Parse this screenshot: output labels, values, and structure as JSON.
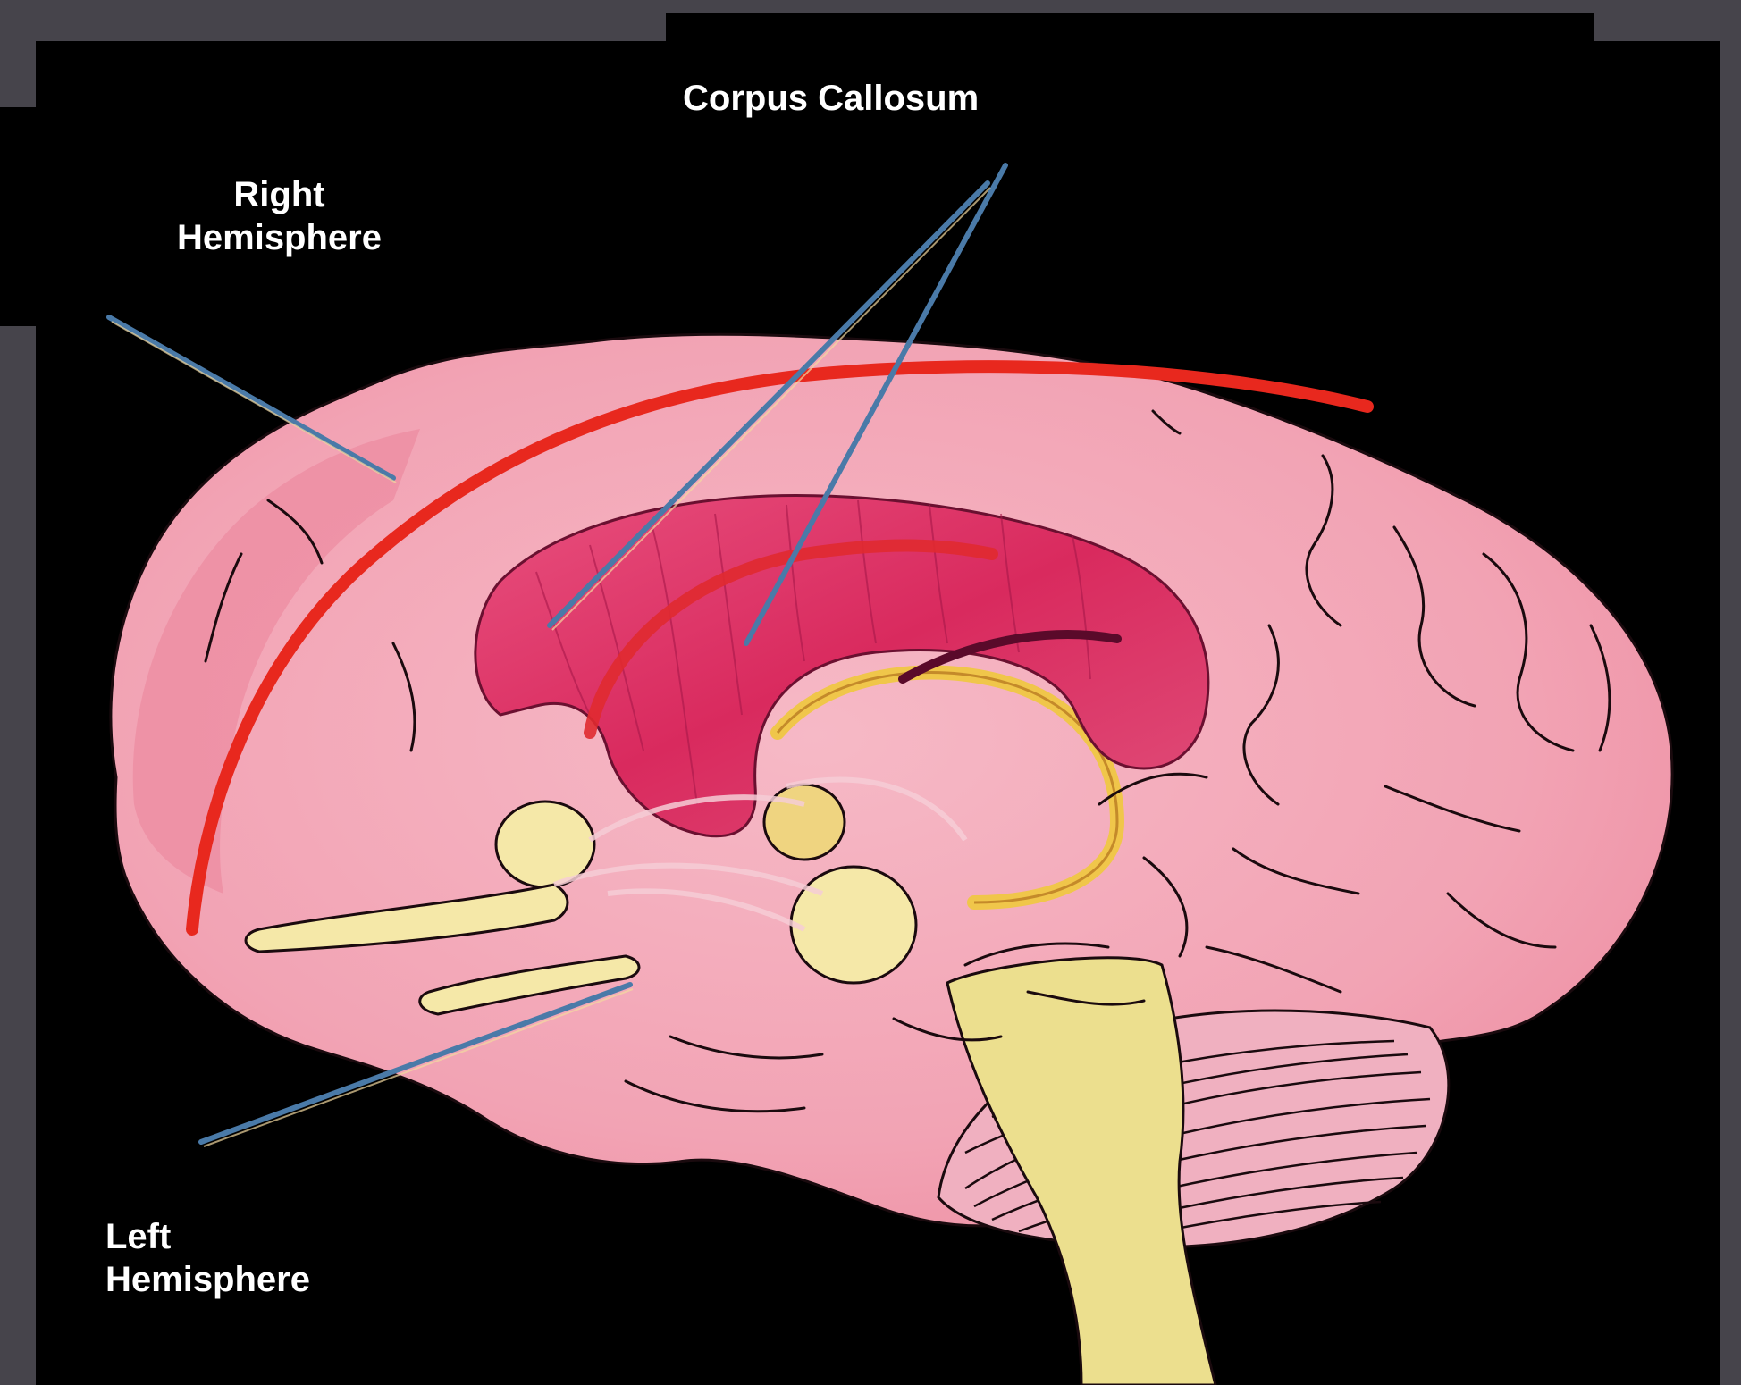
{
  "labels": {
    "corpus_callosum": "Corpus Callosum",
    "right_hemisphere": [
      "Right",
      "Hemisphere"
    ],
    "left_hemisphere": [
      "Left",
      "Hemisphere"
    ]
  },
  "colors": {
    "frame": "#46444b",
    "background": "#000000",
    "cortex": "#f2a3b4",
    "corpus_callosum": "#e0336a",
    "fissure": "#e8281e",
    "thalamus": "#f5e39a",
    "brainstem": "#ecdf8e",
    "cerebellum": "#f0b0c0",
    "label_text": "#ffffff",
    "leader_line": "#4a7aa8"
  }
}
